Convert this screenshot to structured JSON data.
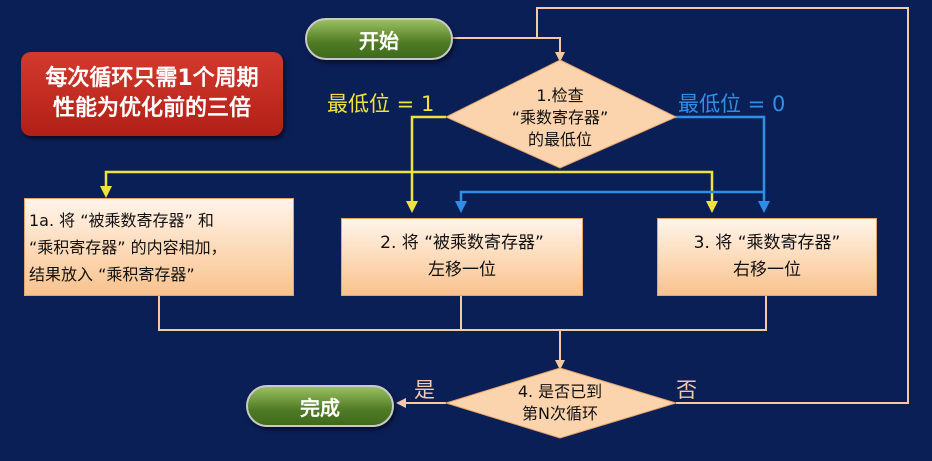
{
  "start": "开始",
  "done": "完成",
  "note": [
    "每次循环只需1个周期",
    "性能为优化前的三倍"
  ],
  "check": [
    "1.检查",
    "“乘数寄存器”",
    "的最低位"
  ],
  "branch_one": "最低位 = 1",
  "branch_zero": "最低位 = 0",
  "step_add": [
    "1a. 将 “被乘数寄存器” 和",
    "“乘积寄存器” 的内容相加，",
    "结果放入 “乘积寄存器”"
  ],
  "step_shift_left": [
    "2. 将 “被乘数寄存器”",
    "左移一位"
  ],
  "step_shift_right": [
    "3. 将 “乘数寄存器”",
    "右移一位"
  ],
  "loop_check": [
    "4. 是否已到",
    "第N次循环"
  ],
  "yes": "是",
  "no": "否",
  "colors": {
    "background": "#0b1f57",
    "flow_line": "#f4c9a4",
    "yes_branch": "#f0e23a",
    "no_branch": "#2f8fe6",
    "pill_green": "#4f7b24",
    "note_red": "#c42a20"
  }
}
